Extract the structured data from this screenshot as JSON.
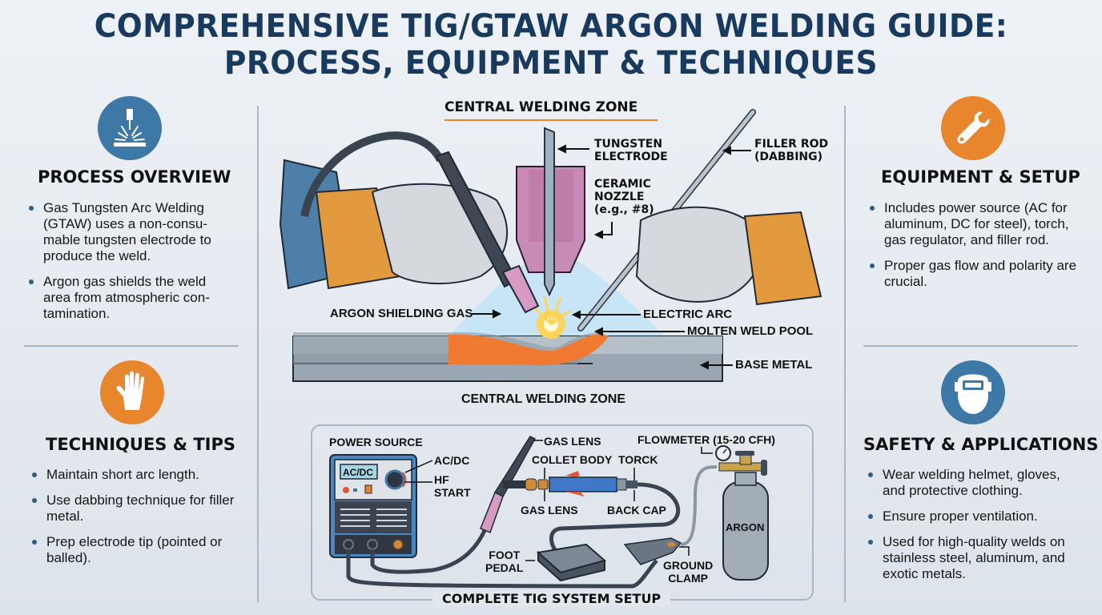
{
  "title": {
    "line1": "COMPREHENSIVE TIG/GTAW ARGON WELDING GUIDE:",
    "line2": "PROCESS, EQUIPMENT & TECHNIQUES"
  },
  "colors": {
    "title": "#173a5e",
    "icon_blue": "#3e78a6",
    "icon_orange": "#e8862e",
    "divider": "#a9b6c4",
    "accent_underline": "#e8862e"
  },
  "panels": {
    "process": {
      "icon": "welding-torch-icon",
      "title": "PROCESS OVERVIEW",
      "bullets": [
        "Gas Tungsten Arc Welding (GTAW) uses a non-consu-mable tungsten electrode to produce the weld.",
        "Argon gas shields the weld area from atmospheric con-tamination."
      ]
    },
    "techniques": {
      "icon": "hand-icon",
      "title": "TECHNIQUES & TIPS",
      "bullets": [
        "Maintain short arc length.",
        "Use dabbing technique for filler metal.",
        "Prep electrode tip (pointed or balled)."
      ]
    },
    "equipment": {
      "icon": "wrench-icon",
      "title": "EQUIPMENT & SETUP",
      "bullets": [
        "Includes power source (AC for aluminum, DC for steel), torch, gas regulator, and filler rod.",
        "Proper gas flow and polarity are crucial."
      ]
    },
    "safety": {
      "icon": "welding-helmet-icon",
      "title": "SAFETY & APPLICATIONS",
      "bullets": [
        "Wear welding helmet, gloves, and protective clothing.",
        "Ensure proper ventilation.",
        "Used for high-quality welds on stainless steel, aluminum, and exotic metals."
      ]
    }
  },
  "welding_zone": {
    "heading": "CENTRAL WELDING ZONE",
    "caption": "CENTRAL WELDING ZONE",
    "labels": {
      "tungsten_1": "TUNGSTEN",
      "tungsten_2": "ELECTRODE",
      "nozzle_1": "CERAMIC",
      "nozzle_2": "NOZZLE",
      "nozzle_3": "(e.g., #8)",
      "filler_1": "FILLER ROD",
      "filler_2": "(DABBING)",
      "argon_gas": "ARGON SHIELDING GAS",
      "electric_arc": "ELECTRIC ARC",
      "weld_pool": "MOLTEN WELD POOL",
      "base_metal": "BASE METAL"
    }
  },
  "system_setup": {
    "caption": "COMPLETE TIG SYSTEM SETUP",
    "labels": {
      "power_source": "POWER SOURCE",
      "display": "AC/DC",
      "acdc": "AC/DC",
      "hf_1": "HF",
      "hf_2": "START",
      "gas_lens_top": "GAS LENS",
      "collet_body": "COLLET BODY",
      "torck": "TORCK",
      "gas_lens_bottom": "GAS LENS",
      "back_cap": "BACK CAP",
      "flowmeter": "FLOWMETER (15-20 CFH)",
      "argon_tank": "ARGON",
      "foot_1": "FOOT",
      "foot_2": "PEDAL",
      "ground_1": "GROUND",
      "ground_2": "CLAMP"
    }
  }
}
